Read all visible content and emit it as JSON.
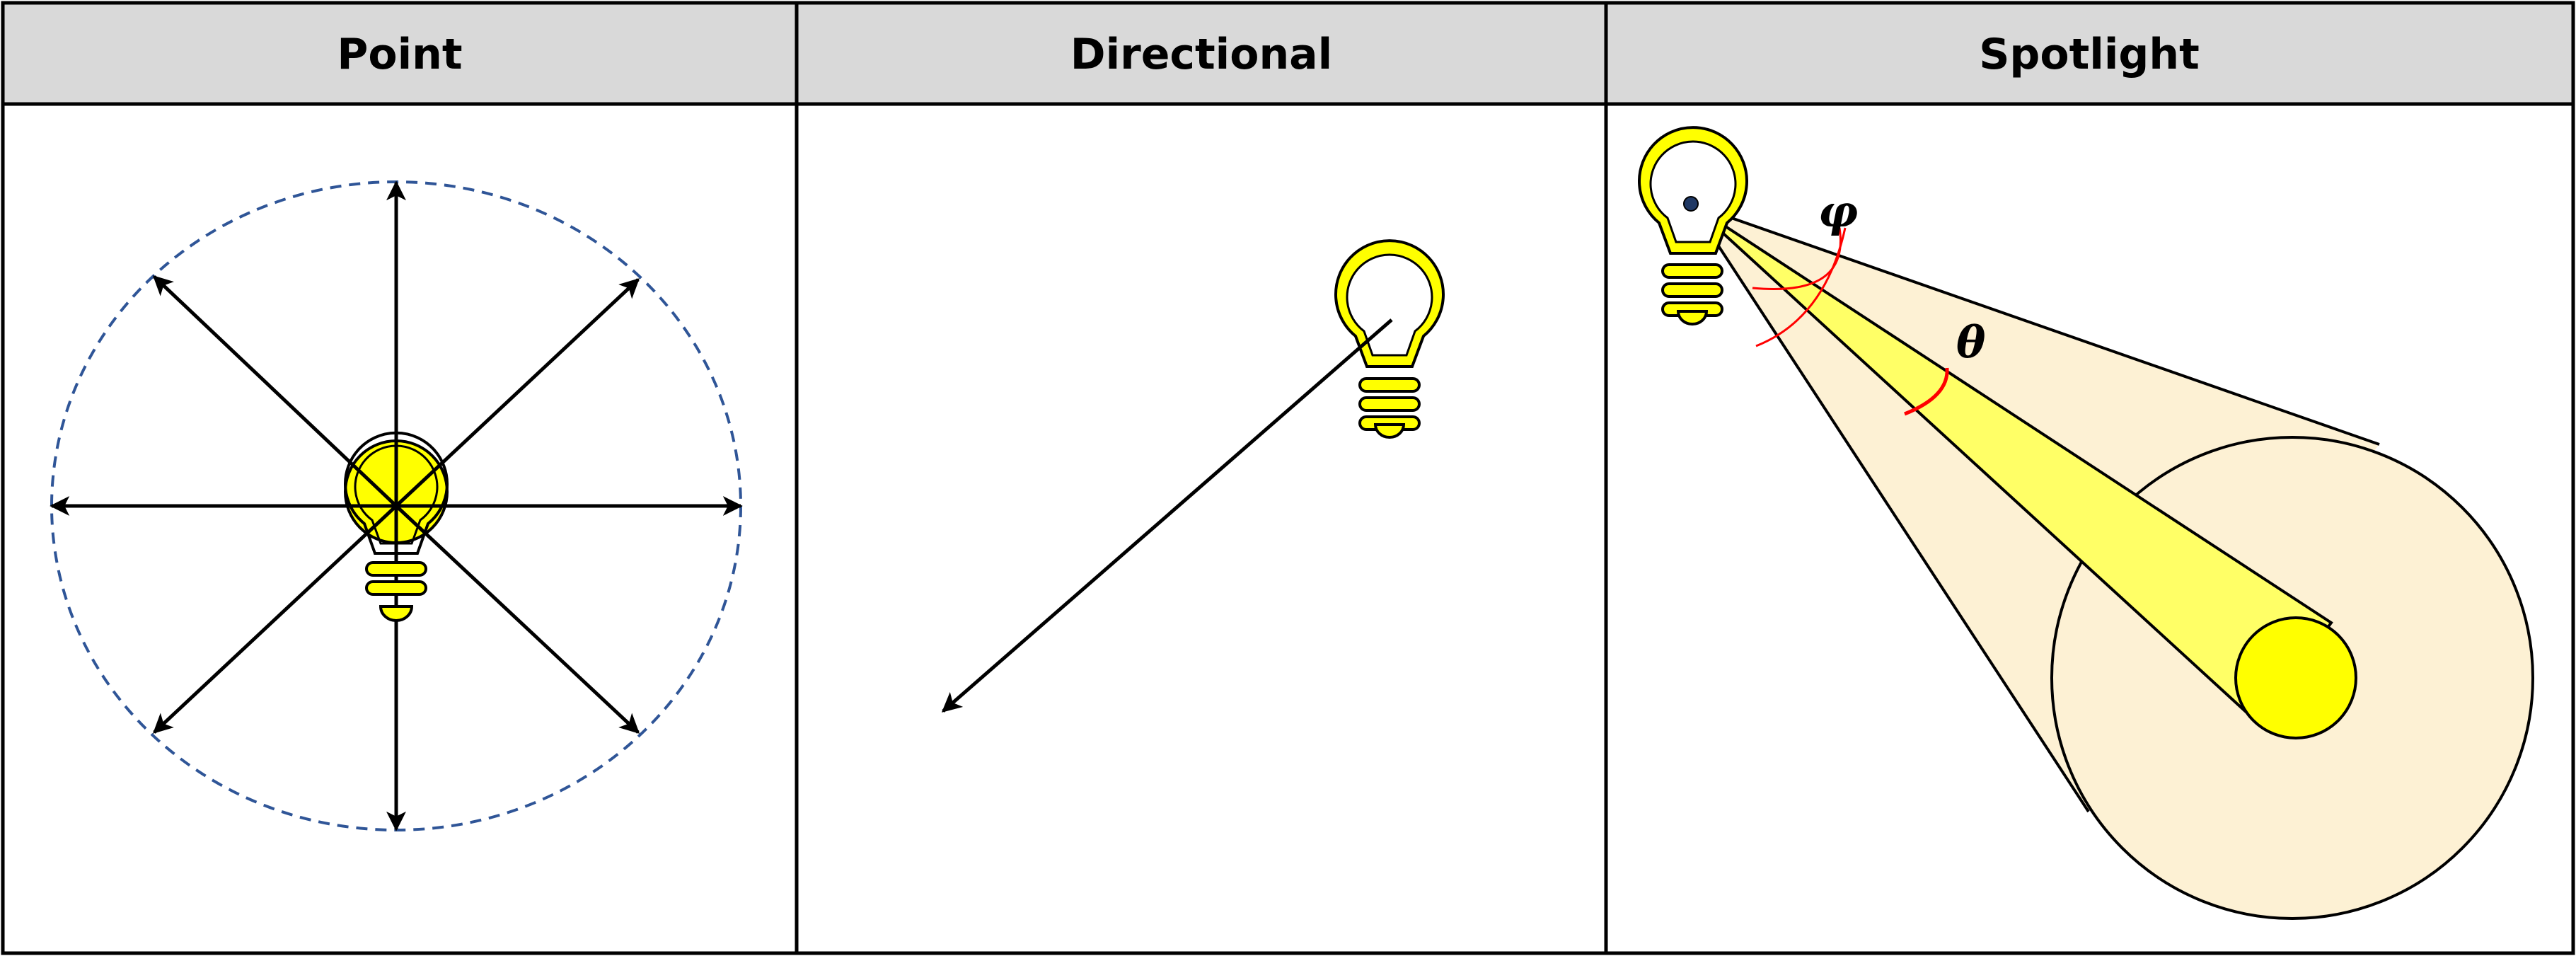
{
  "table": {
    "headers": [
      {
        "label": "Point"
      },
      {
        "label": "Directional"
      },
      {
        "label": "Spotlight"
      }
    ]
  },
  "spotlight": {
    "outer_angle_label": "φ",
    "inner_angle_label": "θ"
  },
  "colors": {
    "header_fill": "#d9d9d9",
    "border": "#000000",
    "bulb_fill": "#ffff00",
    "bulb_stroke": "#000000",
    "dashed_circle": "#2f5597",
    "outer_cone": "#fdf1d4",
    "inner_cone": "#ffff66",
    "angle_arc": "#ff0000"
  },
  "icons": {
    "light": "lightbulb-icon",
    "ray": "arrow"
  }
}
